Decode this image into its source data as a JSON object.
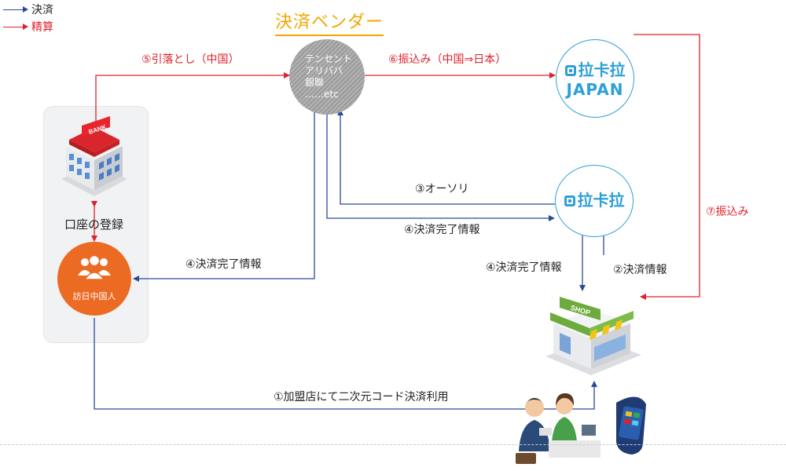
{
  "legend": {
    "payment": "決済",
    "settlement": "精算"
  },
  "title": "決済ベンダー",
  "vendor": {
    "line1": "テンセント",
    "line2": "アリババ",
    "line3": "銀聯",
    "line4": "……etc"
  },
  "lakala_japan": {
    "brand": "拉卡拉",
    "sub": "JAPAN"
  },
  "lakala": {
    "brand": "拉卡拉"
  },
  "bank": {
    "sign": "BANK"
  },
  "account_registration": "口座の登録",
  "chinese_visitor": "訪日中国人",
  "shop_sign": "SHOP",
  "flows": {
    "step1": "①加盟店にて二次元コード決済利用",
    "step2": "②決済情報",
    "step3": "③オーソリ",
    "step4_vendor_lakala": "④決済完了情報",
    "step4_visitor": "④決済完了情報",
    "step4_shop": "④決済完了情報",
    "step5": "⑤引落とし（中国）",
    "step6": "⑥振込み（中国⇒日本）",
    "step7": "⑦振込み"
  },
  "colors": {
    "payment_arrow": "#2a4a9a",
    "settlement_arrow": "#e0212b",
    "title": "#f0a800",
    "lakala_blue": "#2d9fd9",
    "visitor_orange": "#ec6b23"
  }
}
